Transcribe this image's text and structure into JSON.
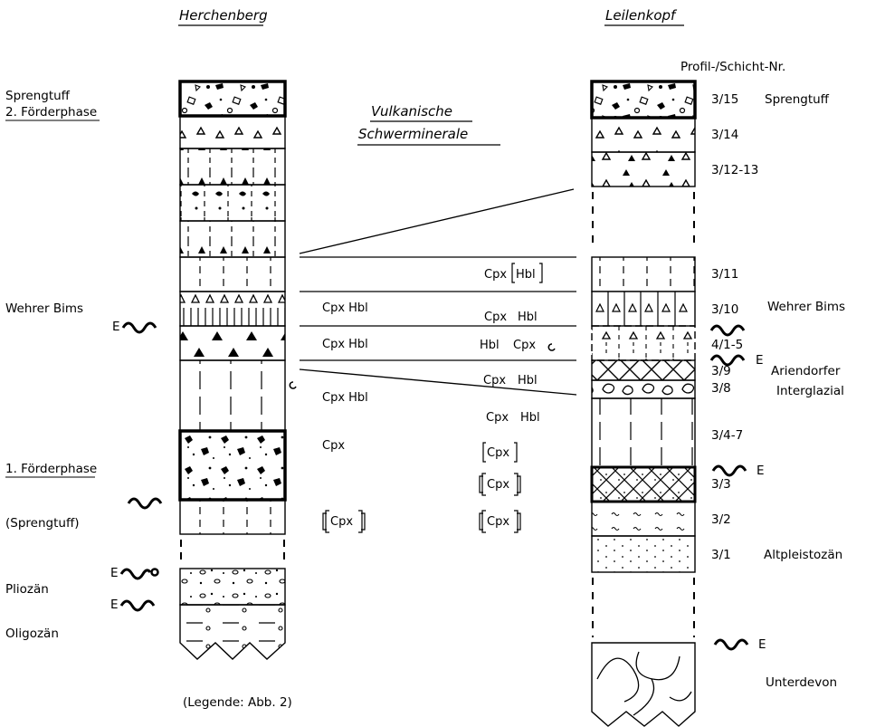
{
  "titles": {
    "left": "Herchenberg",
    "right": "Leilenkopf",
    "center_line1": "Vulkanische",
    "center_line2": "Schwerminerale",
    "profile_header": "Profil-/Schicht-Nr.",
    "legend_note": "(Legende: Abb. 2)"
  },
  "left_labels": {
    "sprengtuff": "Sprengtuff",
    "phase2": "2. Förderphase",
    "wehrer_bims": "Wehrer Bims",
    "e1": "E",
    "phase1": "1. Förderphase",
    "sprengtuff_paren": "(Sprengtuff)",
    "e2": "E",
    "pliozaen": "Pliozän",
    "e3": "E",
    "oligozaen": "Oligozän"
  },
  "minerals": {
    "h_cpx_hbl_1": "Cpx Hbl",
    "h_cpx_hbl_2": "Cpx Hbl",
    "h_cpx_hbl_3": "Cpx Hbl",
    "h_cpx_4": "Cpx",
    "h_cpx_5": "Cpx",
    "l_cpx_1": "Cpx",
    "l_hbl_1": "Hbl",
    "l_cpx_2": "Cpx",
    "l_hbl_2": "Hbl",
    "l_hbl_3": "Hbl",
    "l_cpx_3": "Cpx",
    "l_cpx_4": "Cpx",
    "l_hbl_4": "Hbl",
    "l_cpx_5": "Cpx",
    "l_hbl_5": "Hbl",
    "l_cpx_6": "Cpx",
    "l_cpx_7": "Cpx",
    "l_cpx_8": "Cpx"
  },
  "right_labels": {
    "n315": "3/15",
    "sprengtuff": "Sprengtuff",
    "n314": "3/14",
    "n31213": "3/12-13",
    "n311": "3/11",
    "n310": "3/10",
    "wehrer_bims": "Wehrer Bims",
    "n415": "4/1-5",
    "e1": "E",
    "n39": "3/9",
    "ariendorfer": "Ariendorfer",
    "n38": "3/8",
    "interglazial": "Interglazial",
    "n347": "3/4-7",
    "e2": "E",
    "n33": "3/3",
    "n32": "3/2",
    "n31": "3/1",
    "altpleistozaen": "Altpleistozän",
    "e3": "E",
    "unterdevon": "Unterdevon"
  }
}
